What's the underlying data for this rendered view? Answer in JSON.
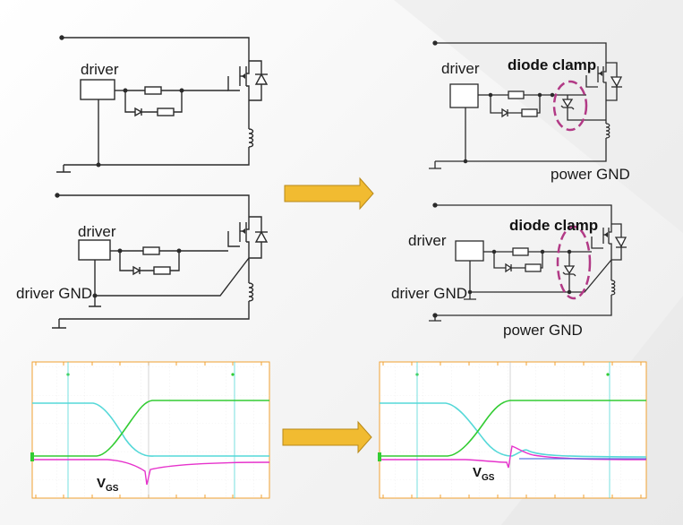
{
  "labels": {
    "driver": "driver",
    "diode_clamp": "diode clamp",
    "power_gnd": "power GND",
    "driver_gnd": "driver GND",
    "vgs_main": "V",
    "vgs_sub": "GS"
  },
  "colors": {
    "arrow": "#f1bb31",
    "arrow_stroke": "#b8891a",
    "clamp_ellipse": "#b23a86",
    "scope_border": "#f0a030",
    "trace_green": "#33cc33",
    "trace_cyan": "#55d8d8",
    "trace_magenta": "#e633cc",
    "trace_blue": "#4060e0"
  },
  "icons": [
    "right-arrow-icon",
    "mosfet-symbol",
    "diode-symbol",
    "resistor-symbol",
    "inductor-symbol",
    "ground-symbol"
  ]
}
